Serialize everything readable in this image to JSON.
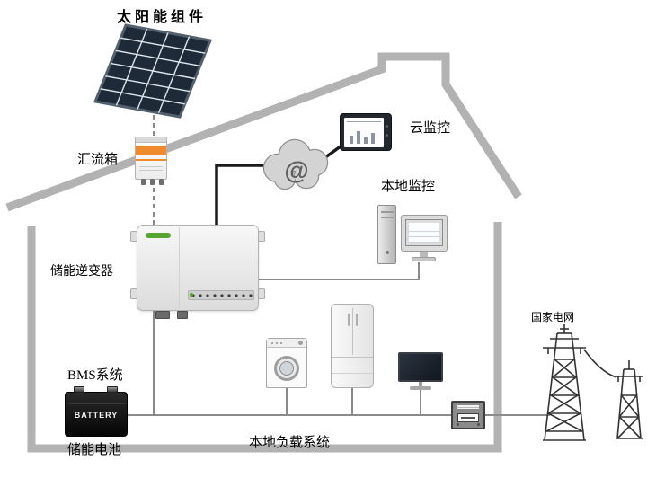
{
  "diagram": {
    "title": "太阳能组件",
    "labels": {
      "combiner": "汇流箱",
      "inverter": "储能逆变器",
      "bms": "BMS系统",
      "battery": "储能电池",
      "cloud_monitor": "云监控",
      "local_monitor": "本地监控",
      "local_load": "本地负载系统",
      "grid": "国家电网"
    },
    "cloud": {
      "symbol": "@"
    },
    "battery": {
      "brand": "BATTERY"
    },
    "colors": {
      "house_outline": "#b2b2b2",
      "wire": "#8a8a8a",
      "data_wire": "#1a1a1a",
      "combiner_accent": "#ef8b2d",
      "inverter_logo": "#57a531",
      "panel_cell": "#1e2a38"
    }
  }
}
